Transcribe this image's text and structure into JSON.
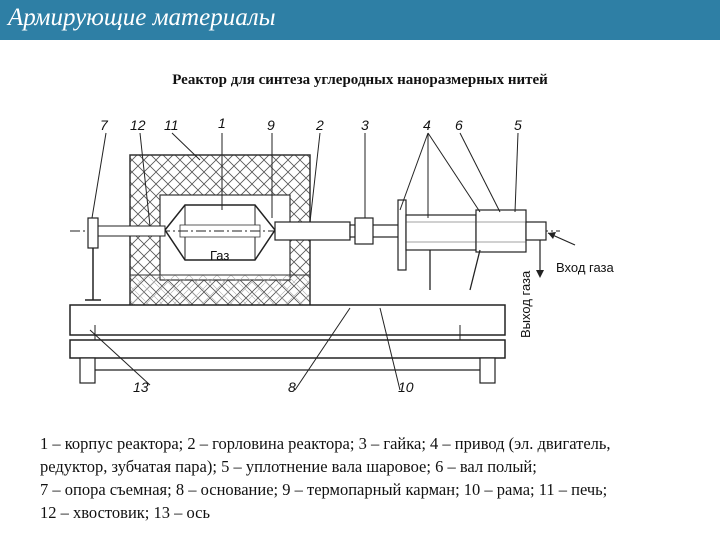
{
  "header": {
    "title": "Армирующие материалы"
  },
  "subtitle": "Реактор для синтеза углеродных наноразмерных нитей",
  "diagram": {
    "callouts": [
      "7",
      "12",
      "11",
      "1",
      "9",
      "2",
      "3",
      "4",
      "6",
      "5",
      "13",
      "8",
      "10"
    ],
    "gas_label": "Газ",
    "gas_inlet_label": "Вход газа",
    "gas_outlet_label": "Выход газа"
  },
  "caption": [
    "1 – корпус реактора; 2 – горловина реактора; 3 – гайка; 4 – привод (эл. двигатель,",
    "редуктор, зубчатая пара); 5 – уплотнение вала шаровое; 6 – вал полый;",
    "7 – опора съемная; 8 – основание; 9 – термопарный карман; 10 – рама; 11 – печь;",
    "12 – хвостовик; 13 – ось"
  ]
}
